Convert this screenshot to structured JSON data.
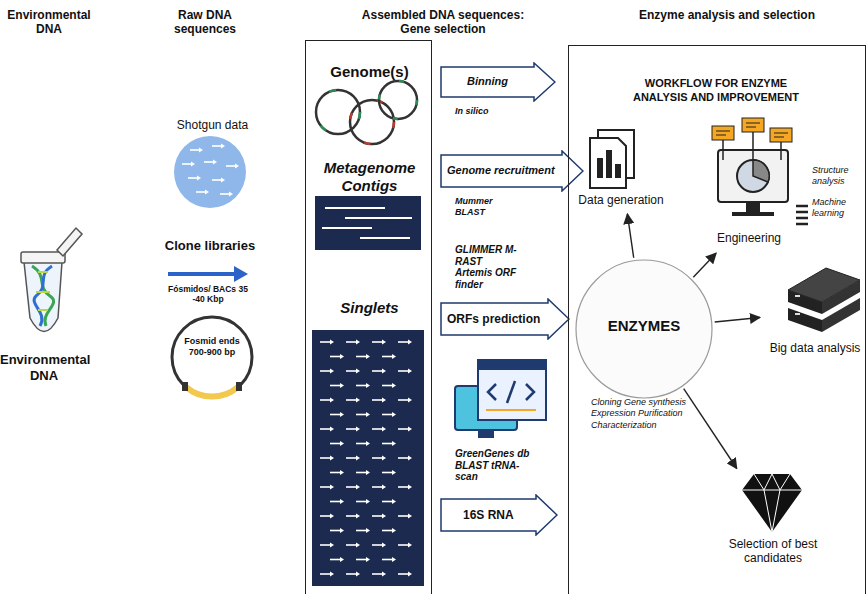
{
  "diagram": {
    "nodes": [
      {
        "text": [
          "Genome(s)",
          "Metagenome Contigs",
          "Singlets"
        ]
      },
      {
        "text": [
          "Binning"
        ]
      },
      {
        "text": [
          "Genome recruitment"
        ]
      },
      {
        "text": [
          "ORFs prediction"
        ]
      },
      {
        "text": [
          "16S RNA"
        ]
      },
      {
        "text": [
          "WORKFLOW FOR ENZYME ANALYSIS AND IMPROVEMENT"
        ]
      },
      {
        "text": [
          "ENZYMES",
          "Cloning Gene synthesis Expression Purification Characterization"
        ],
        "in": 5
      },
      {
        "text": [
          "Data generation"
        ],
        "in": 5
      },
      {
        "text": [
          "Engineering",
          "Structure analysis",
          "Machine learning"
        ],
        "in": 5
      },
      {
        "text": [
          "Big data analysis"
        ],
        "in": 5
      },
      {
        "text": [
          "Selection of best candidates"
        ],
        "in": 5
      }
    ],
    "edges": [
      {
        "from": 6,
        "to": 7,
        "arrow": "to"
      },
      {
        "from": 6,
        "to": 8,
        "arrow": "to"
      },
      {
        "from": 6,
        "to": 9,
        "arrow": "to"
      },
      {
        "from": 6,
        "to": 10,
        "arrow": "to"
      }
    ],
    "labels": [
      "Environmental DNA",
      "Raw DNA sequences",
      "Assembled DNA sequences: Gene selection",
      "Enzyme analysis and selection",
      "Environmental DNA",
      "Shotgun data",
      "Clone libraries",
      "Fósmidos/ BACs 35 -40 Kbp",
      "Fosmid ends 700-900 bp",
      "In silico",
      "Mummer BLAST",
      "GLIMMER M-RAST Artemis ORF finder",
      "GreenGenes db BLAST tRNA-scan"
    ]
  }
}
